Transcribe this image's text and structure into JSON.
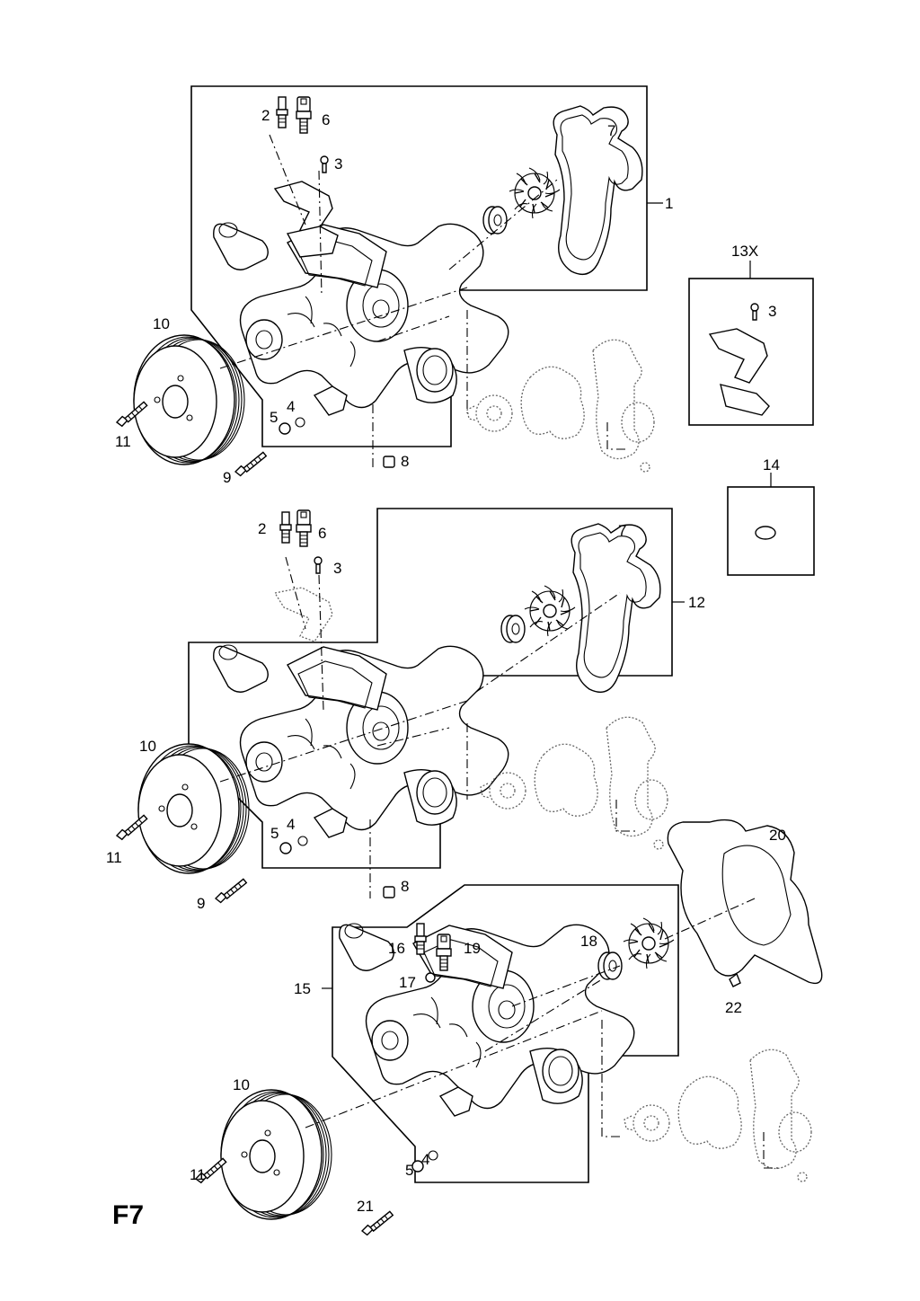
{
  "page_code": "F7",
  "part_numbers": {
    "p1": "1",
    "p2": "2",
    "p3": "3",
    "p4": "4",
    "p5": "5",
    "p6": "6",
    "p7": "7",
    "p8": "8",
    "p9": "9",
    "p10": "10",
    "p11": "11",
    "p12": "12",
    "p13x": "13X",
    "p14": "14",
    "p15": "15",
    "p16": "16",
    "p17": "17",
    "p18": "18",
    "p19": "19",
    "p20": "20",
    "p21": "21",
    "p22": "22"
  }
}
